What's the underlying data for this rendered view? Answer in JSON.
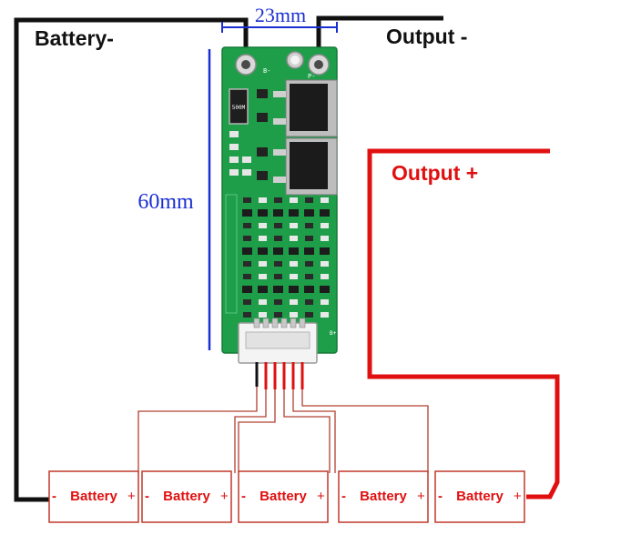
{
  "labels": {
    "battery_minus": "Battery-",
    "output_minus": "Output -",
    "output_plus": "Output +",
    "width_dim": "23mm",
    "height_dim": "60mm"
  },
  "pcb": {
    "pad_b_minus": "B-",
    "pad_p_minus": "P-",
    "pad_b_plus": "B+",
    "resistor_code": "500M"
  },
  "cells": [
    {
      "label": "Battery",
      "minus": "-",
      "plus": "+"
    },
    {
      "label": "Battery",
      "minus": "-",
      "plus": "+"
    },
    {
      "label": "Battery",
      "minus": "-",
      "plus": "+"
    },
    {
      "label": "Battery",
      "minus": "-",
      "plus": "+"
    },
    {
      "label": "Battery",
      "minus": "-",
      "plus": "+"
    }
  ],
  "colors": {
    "pcb_green": "#1f9e4a",
    "wire_black": "#111111",
    "wire_red": "#e01010",
    "dimension_blue": "#1a2fd0",
    "cell_outline": "#c0392b"
  }
}
